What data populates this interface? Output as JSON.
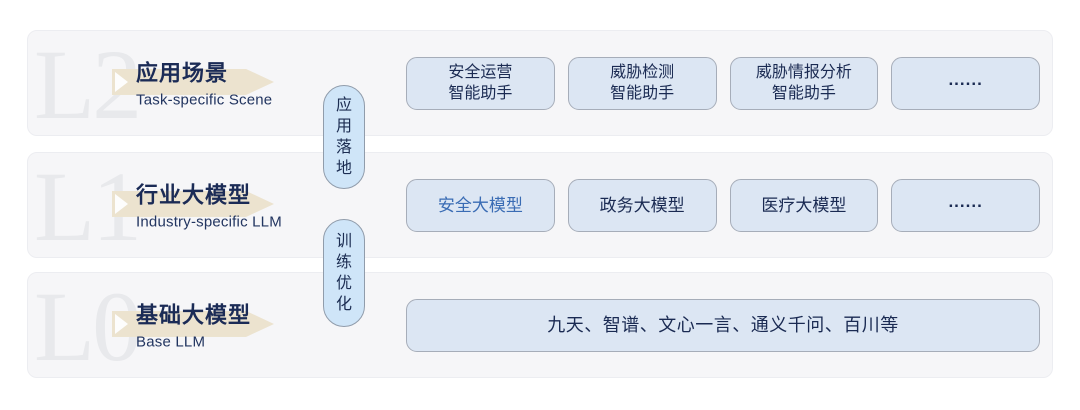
{
  "colors": {
    "panel_fill": "#f6f6f8",
    "box_fill": "#dce6f3",
    "box_border": "#a6adb9",
    "pill_fill": "#cfe5f8",
    "pill_border": "#909cab",
    "title_text": "#1b2b56",
    "accent_text": "#3a6cb4",
    "arrow_beige": "#ece3cf",
    "watermark_gray": "#e8e9ec"
  },
  "layers": [
    {
      "watermark": "L2",
      "title": "应用场景",
      "subtitle": "Task-specific Scene",
      "boxes": [
        {
          "line1": "安全运营",
          "line2": "智能助手"
        },
        {
          "line1": "威胁检测",
          "line2": "智能助手"
        },
        {
          "line1": "威胁情报分析",
          "line2": "智能助手"
        },
        {
          "label": "......"
        }
      ]
    },
    {
      "watermark": "L1",
      "title": "行业大模型",
      "subtitle": "Industry-specific LLM",
      "boxes": [
        {
          "label": "安全大模型",
          "highlight": true
        },
        {
          "label": "政务大模型"
        },
        {
          "label": "医疗大模型"
        },
        {
          "label": "......"
        }
      ]
    },
    {
      "watermark": "L0",
      "title": "基础大模型",
      "subtitle": "Base LLM",
      "boxes": [
        {
          "label": "九天、智谱、文心一言、通义千问、百川等"
        }
      ]
    }
  ],
  "connectors": [
    {
      "label": "应用落地"
    },
    {
      "label": "训练优化"
    }
  ]
}
